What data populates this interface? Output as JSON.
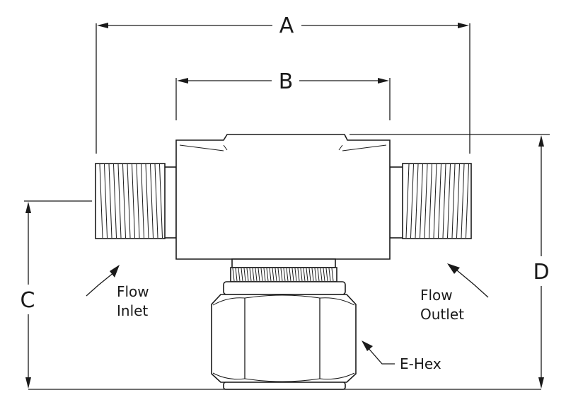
{
  "dimensions": {
    "a": "A",
    "b": "B",
    "c": "C",
    "d": "D"
  },
  "callouts": {
    "inlet_line1": "Flow",
    "inlet_line2": "Inlet",
    "outlet_line1": "Flow",
    "outlet_line2": "Outlet",
    "hex": "E-Hex"
  },
  "colors": {
    "line": "#1a1a1a",
    "background": "#ffffff"
  }
}
